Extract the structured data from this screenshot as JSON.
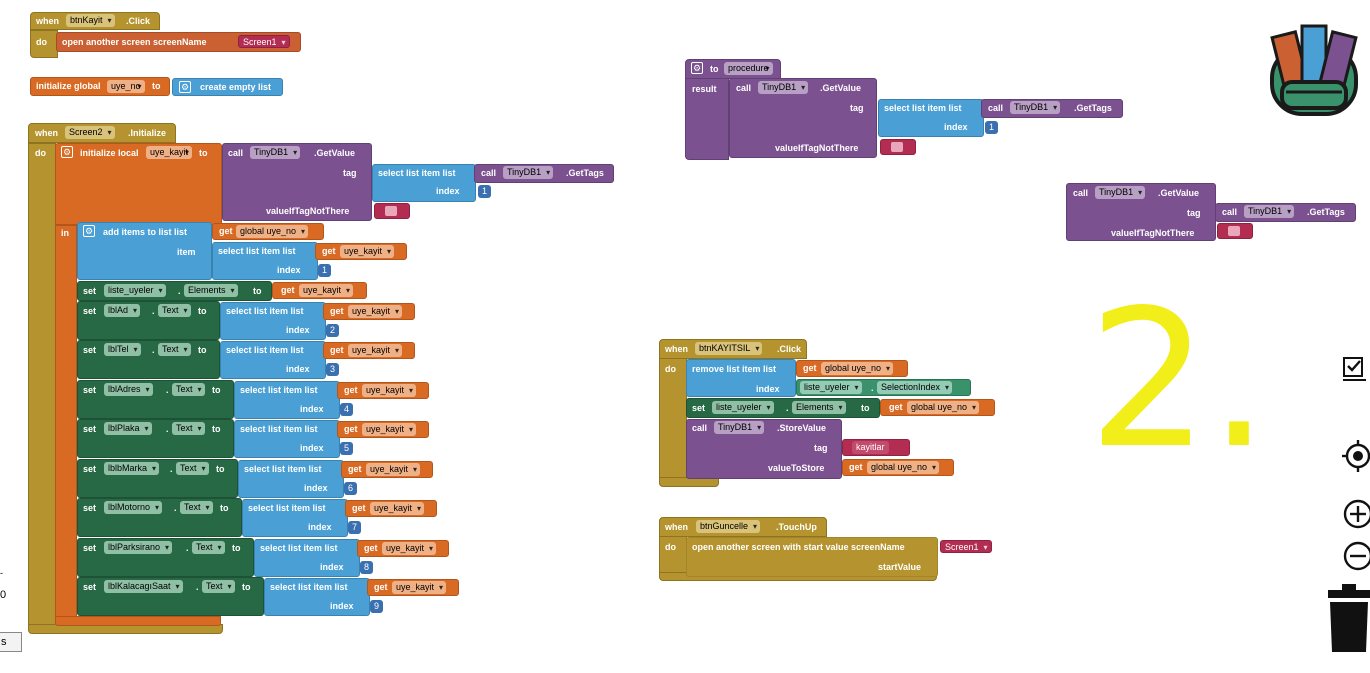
{
  "ev1": {
    "when": "when",
    "comp": "btnKayit",
    "evt": ".Click",
    "do": "do",
    "open": "open another screen  screenName",
    "screen": "Screen1"
  },
  "global": {
    "label": "initialize global",
    "name": "uye_no",
    "to": "to",
    "create": "create empty list"
  },
  "ev2": {
    "when": "when",
    "comp": "Screen2",
    "evt": ".Initialize",
    "do": "do",
    "init_local": "initialize local",
    "local_name": "uye_kayit",
    "to": "to",
    "call": "call",
    "db": "TinyDB1",
    "getvalue": ".GetValue",
    "tag": "tag",
    "select": "select list item  list",
    "gettags": ".GetTags",
    "index": "index",
    "one": "1",
    "vint": "valueIfTagNotThere",
    "in": "in",
    "add_items": "add items to list  list",
    "get": "get",
    "global_uye_no": "global uye_no",
    "item": "item",
    "set": "set",
    "liste_uyeler": "liste_uyeler",
    "elements": "Elements",
    "rows": [
      {
        "comp": "lblAd",
        "prop": "Text",
        "idx": "2"
      },
      {
        "comp": "lblTel",
        "prop": "Text",
        "idx": "3"
      },
      {
        "comp": "lblAdres",
        "prop": "Text",
        "idx": "4"
      },
      {
        "comp": "lblPlaka",
        "prop": "Text",
        "idx": "5"
      },
      {
        "comp": "lblbMarka",
        "prop": "Text",
        "idx": "6"
      },
      {
        "comp": "lblMotorno",
        "prop": "Text",
        "idx": "7"
      },
      {
        "comp": "lblParksirano",
        "prop": "Text",
        "idx": "8"
      },
      {
        "comp": "lblKalacagıSaat",
        "prop": "Text",
        "idx": "9"
      }
    ]
  },
  "proc": {
    "to": "to",
    "name": "procedure",
    "result": "result"
  },
  "ev3": {
    "when": "when",
    "comp": "btnKAYITSIL",
    "evt": ".Click",
    "do": "do",
    "remove": "remove list item  list",
    "index": "index",
    "selidx": "SelectionIndex",
    "storevalue": ".StoreValue",
    "kayitlar": "kayitlar",
    "vts": "valueToStore"
  },
  "ev4": {
    "when": "when",
    "comp": "btnGuncelle",
    "evt": ".TouchUp",
    "do": "do",
    "open": "open another screen with start value  screenName",
    "screen": "Screen1",
    "start": "startValue"
  },
  "annotation": {
    "text": "2."
  },
  "left_edge": {
    "a": "-",
    "b": "0",
    "c": "s"
  },
  "colors": {
    "event": "#b5942f",
    "control": "#cb6032",
    "procedure": "#7b5190",
    "list": "#4a9fd4",
    "setter": "#276845",
    "variable": "#d86a24",
    "text": "#b32d53",
    "component": "#39926c",
    "annotation": "#f2ee1a"
  },
  "icons": [
    "backpack-icon",
    "checkbox-icon",
    "target-icon",
    "zoom-in-icon",
    "zoom-out-icon",
    "trash-icon"
  ]
}
